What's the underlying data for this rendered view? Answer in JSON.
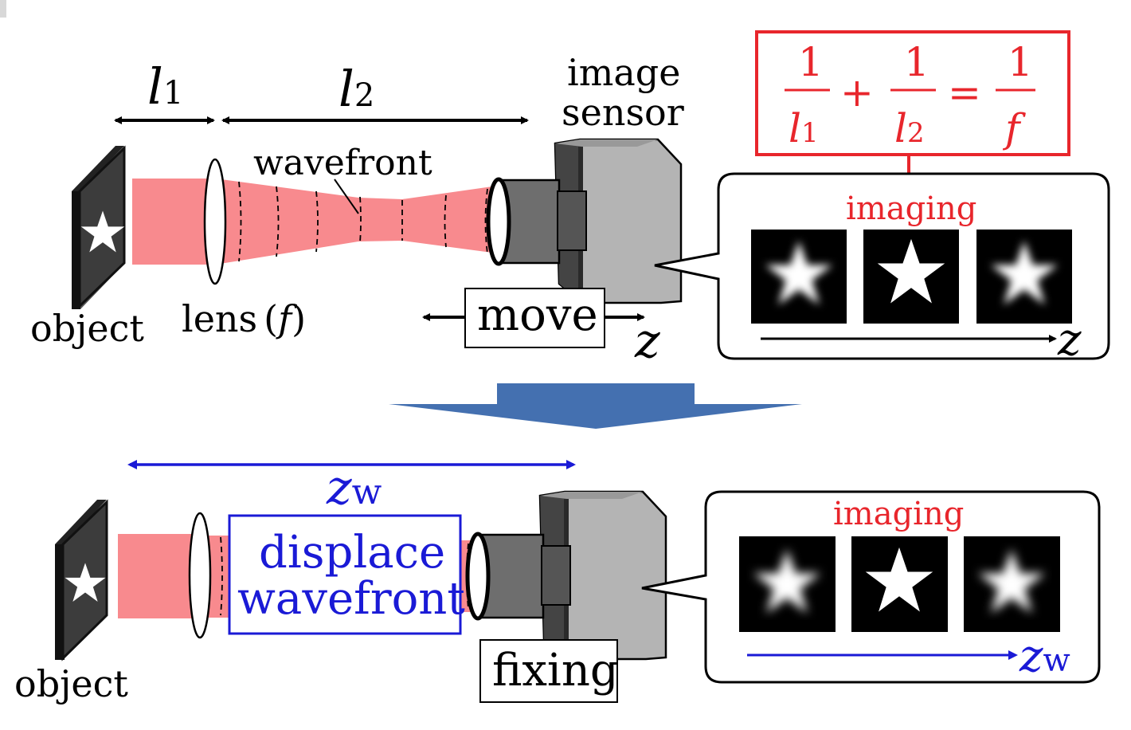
{
  "top": {
    "l1_label": "l",
    "l1_sub": "1",
    "l2_label": "l",
    "l2_sub": "2",
    "image_sensor_line1": "image",
    "image_sensor_line2": "sensor",
    "wavefront_label": "wavefront",
    "object_label": "object",
    "lens_label": "lens",
    "lens_paren_open": "(",
    "lens_f": "f",
    "lens_paren_close": ")",
    "move_label": "move",
    "z_axis_label": "z",
    "formula": {
      "one": "1",
      "l": "l",
      "sub1": "1",
      "sub2": "2",
      "plus": "+",
      "equals": "=",
      "f": "f"
    },
    "imaging_label": "imaging",
    "panel_axis_label": "z"
  },
  "bottom": {
    "zw_label": "z",
    "zw_sub": "w",
    "displace_line1": "displace",
    "displace_line2": "wavefront",
    "object_label": "object",
    "fixing_label": "fixing",
    "imaging_label": "imaging",
    "panel_axis_label": "z",
    "panel_axis_sub": "w"
  },
  "colors": {
    "beam": "#f88a8e",
    "formula_red": "#e8262c",
    "blue_text": "#1a1ad6",
    "arrow_fill": "#4470b0",
    "sensor_light": "#b4b4b4",
    "sensor_dark": "#444444",
    "sensor_tube": "#6e6e6e"
  }
}
